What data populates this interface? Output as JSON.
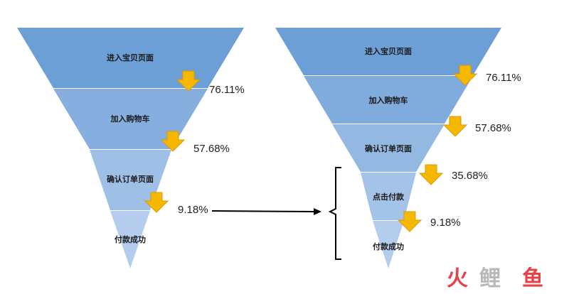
{
  "left_funnel": {
    "stages": [
      "进入宝贝页面",
      "加入购物车",
      "确认订单页面",
      "付款成功"
    ],
    "rates": [
      "76.11%",
      "57.68%",
      "9.18%"
    ]
  },
  "right_funnel": {
    "stages": [
      "进入宝贝页面",
      "加入购物车",
      "确认订单页面",
      "点击付款",
      "付款成功"
    ],
    "rates": [
      "76.11%",
      "57.68%",
      "35.68%",
      "9.18%"
    ]
  },
  "watermark": {
    "char1": "火",
    "char2": "鲤",
    "char3": "鱼"
  },
  "colors": {
    "band_top": "#6c9fd6",
    "band_bottom": "#b4cdec",
    "arrow_fill": "#f5b800",
    "arrow_stroke": "#e09a00",
    "connector": "#000000",
    "wm_red": "#e8414a",
    "wm_gray": "#b8b8b8"
  }
}
